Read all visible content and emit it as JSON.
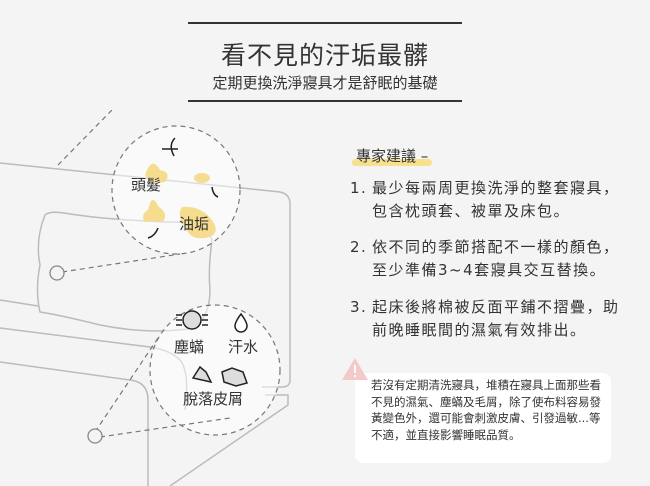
{
  "header": {
    "title": "看不見的汙垢最髒",
    "subtitle": "定期更換洗淨寢具才是舒眠的基礎"
  },
  "illustration": {
    "labels": {
      "hair": "頭髮",
      "oil": "油垢",
      "mites": "塵蟎",
      "sweat": "汗水",
      "skin": "脫落皮屑"
    },
    "accent": "#f6dc8f"
  },
  "advice": {
    "heading": "專家建議 –",
    "items": [
      {
        "num": "1.",
        "text": "最少每兩周更換洗淨的整套寢具，包含枕頭套、被單及床包。"
      },
      {
        "num": "2.",
        "text": "依不同的季節搭配不一樣的顏色，至少準備3~4套寢具交互替換。"
      },
      {
        "num": "3.",
        "text": "起床後將棉被反面平鋪不摺疊，助前晚睡眠間的濕氣有效排出。"
      }
    ]
  },
  "warning": {
    "icon": "warning-triangle-icon",
    "text": "若沒有定期清洗寢具，堆積在寢具上面那些看不見的濕氣、塵蟎及毛屑，除了使布料容易發黃變色外，還可能會刺激皮膚、引發過敏...等不適，並直接影響睡眠品質。",
    "color": "#f3c9c9"
  }
}
